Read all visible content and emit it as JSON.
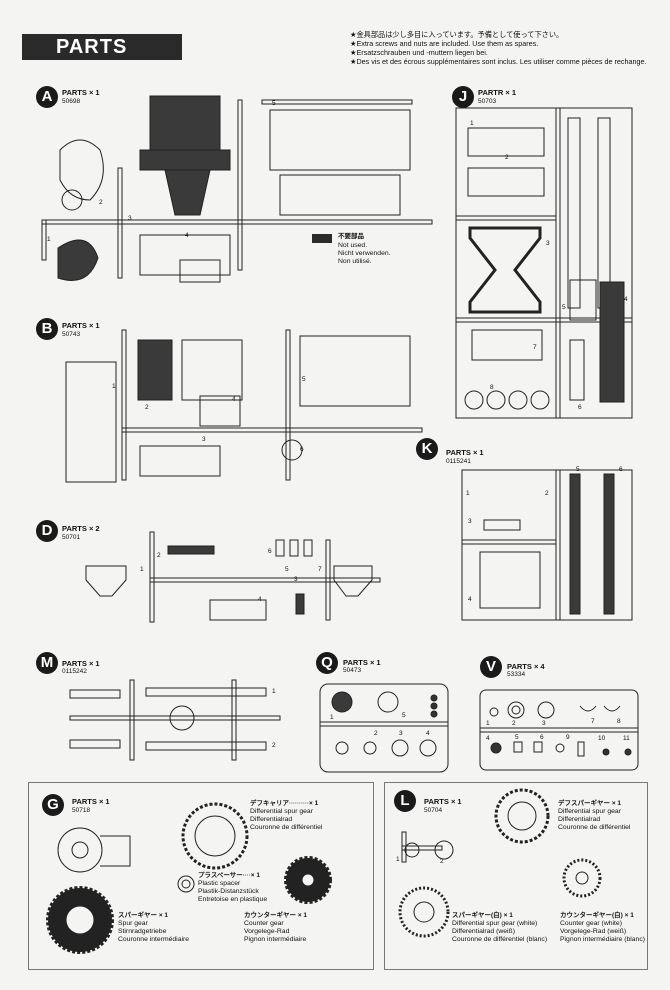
{
  "header": {
    "title": "PARTS",
    "notes": [
      "★金具部品は少し多目に入っています。予備として使って下さい。",
      "★Extra screws and nuts are included. Use them as spares.",
      "★Ersatzschrauben und -muttern liegen bei.",
      "★Des vis et des écrous supplémentaires sont inclus. Les utiliser comme pièces de rechange."
    ]
  },
  "legend": {
    "jp": "不要部品",
    "en": "Not used.",
    "de": "Nicht verwenden.",
    "fr": "Non utilisé."
  },
  "sprues": [
    {
      "letter": "A",
      "qty": "PARTS × 1",
      "code": "50698",
      "nums": [
        "1",
        "2",
        "3",
        "4",
        "5"
      ]
    },
    {
      "letter": "B",
      "qty": "PARTS × 1",
      "code": "50743",
      "nums": [
        "1",
        "2",
        "3",
        "4",
        "5",
        "6"
      ]
    },
    {
      "letter": "D",
      "qty": "PARTS × 2",
      "code": "50701",
      "nums": [
        "1",
        "2",
        "3",
        "4",
        "5",
        "6",
        "7"
      ]
    },
    {
      "letter": "J",
      "qty": "PARTR × 1",
      "code": "50703",
      "nums": [
        "1",
        "2",
        "3",
        "4",
        "5",
        "6",
        "7",
        "8"
      ]
    },
    {
      "letter": "K",
      "qty": "PARTS × 1",
      "code": "0115241",
      "nums": [
        "1",
        "2",
        "3",
        "4",
        "5",
        "6"
      ]
    },
    {
      "letter": "M",
      "qty": "PARTS × 1",
      "code": "0115242",
      "nums": [
        "1",
        "2"
      ]
    },
    {
      "letter": "Q",
      "qty": "PARTS × 1",
      "code": "50473",
      "nums": [
        "1",
        "2",
        "3",
        "4",
        "5"
      ]
    },
    {
      "letter": "V",
      "qty": "PARTS × 4",
      "code": "53334",
      "nums": [
        "1",
        "2",
        "3",
        "4",
        "5",
        "6",
        "7",
        "8",
        "9",
        "10",
        "11"
      ]
    }
  ],
  "bagG": {
    "letter": "G",
    "qty": "PARTS × 1",
    "code": "50718",
    "items": [
      {
        "jp": "デフキャリア",
        "qty": "× 1",
        "lines": [
          "Differential spur gear",
          "Differentialrad",
          "Couronne de différentiel"
        ]
      },
      {
        "jp": "プラスペーサー",
        "qty": "× 1",
        "lines": [
          "Plastic spacer",
          "Plastik-Distanzstück",
          "Entretoise en plastique"
        ]
      },
      {
        "jp": "スパーギヤー",
        "qty": "× 1",
        "lines": [
          "Spur gear",
          "Stirnradgetriebe",
          "Couronne intermédiaire"
        ]
      },
      {
        "jp": "カウンターギヤー",
        "qty": "× 1",
        "lines": [
          "Counter gear",
          "Vorgelege-Rad",
          "Pignon intermédiaire"
        ]
      }
    ]
  },
  "bagL": {
    "letter": "L",
    "qty": "PARTS × 1",
    "code": "50704",
    "nums": [
      "1",
      "2"
    ],
    "items": [
      {
        "jp": "デフスパーギヤー",
        "qty": "× 1",
        "lines": [
          "Differential spur gear",
          "Differentialrad",
          "Couronne de différentiel"
        ]
      },
      {
        "jp": "スパーギヤー(白)",
        "qty": "× 1",
        "lines": [
          "Differential spur gear (white)",
          "Differentialrad (weiß)",
          "Couronne de différentiel (blanc)"
        ]
      },
      {
        "jp": "カウンターギヤー(白)",
        "qty": "× 1",
        "lines": [
          "Counter gear (white)",
          "Vorgelege-Rad (weiß)",
          "Pignon intermédiaire (blanc)"
        ]
      }
    ]
  }
}
